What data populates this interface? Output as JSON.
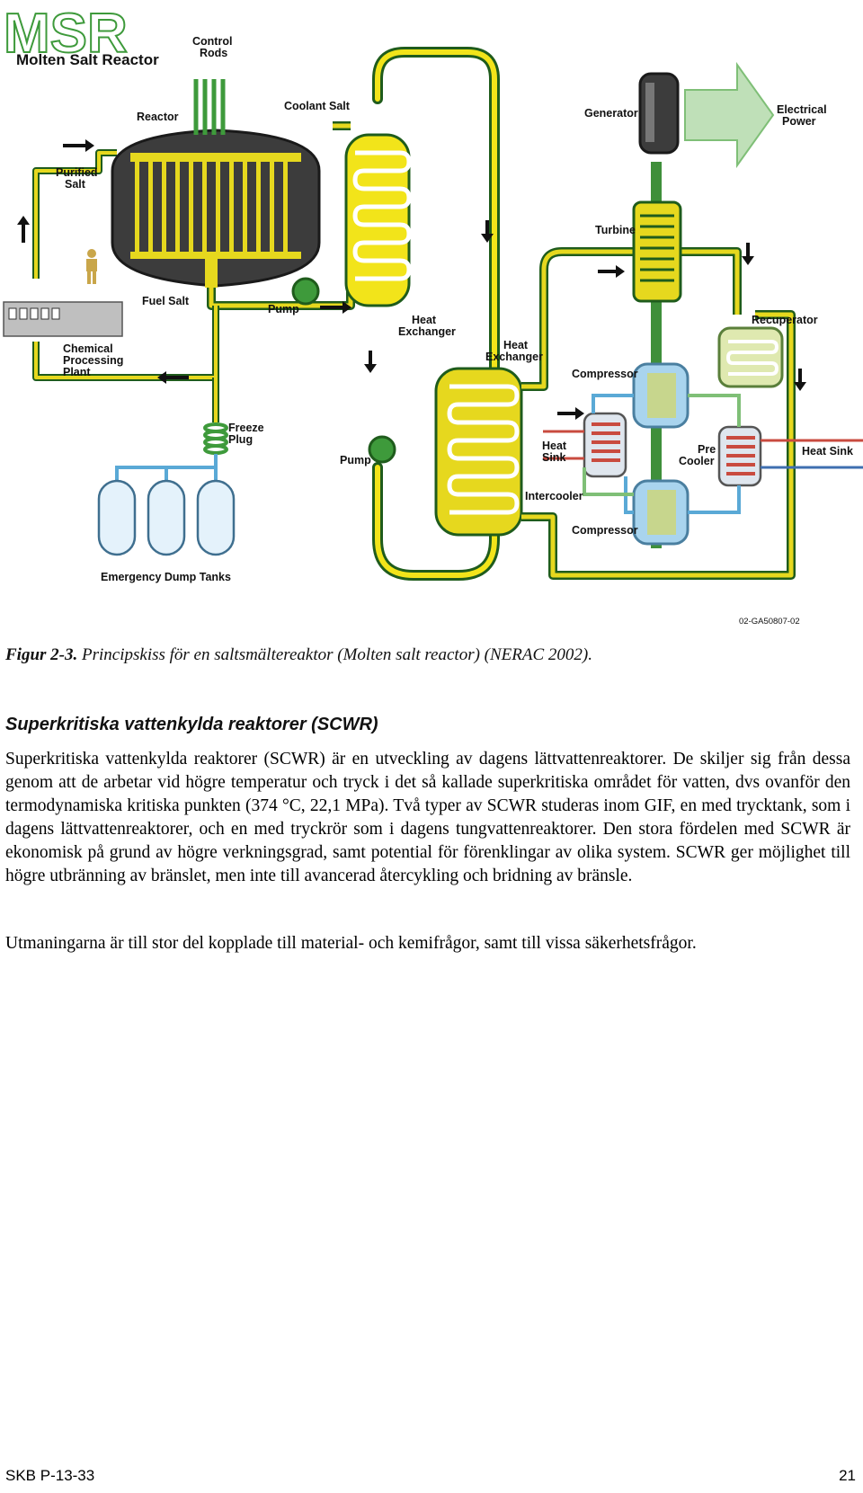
{
  "figure": {
    "logo_text": "MSR",
    "logo_subtitle": "Molten Salt Reactor",
    "labels": {
      "control_rods": "Control Rods",
      "reactor": "Reactor",
      "coolant_salt": "Coolant Salt",
      "generator": "Generator",
      "electrical_power": "Electrical Power",
      "purified_salt": "Purified Salt",
      "turbine": "Turbine",
      "fuel_salt": "Fuel Salt",
      "pump_top": "Pump",
      "heat_exchanger_1": "Heat Exchanger",
      "heat_exchanger_2": "Heat Exchanger",
      "recuperator": "Recuperator",
      "chemical_processing_plant": "Chemical Processing Plant",
      "compressor_1": "Compressor",
      "freeze_plug": "Freeze Plug",
      "pump_bottom": "Pump",
      "heat_sink_inner": "Heat Sink",
      "pre_cooler": "Pre Cooler",
      "heat_sink_right": "Heat Sink",
      "intercooler": "Intercooler",
      "compressor_2": "Compressor",
      "emergency_dump_tanks": "Emergency Dump Tanks",
      "figure_code": "02-GA50807-02"
    },
    "colors": {
      "fuel_salt": "#e6d81e",
      "coolant": "#f2e41a",
      "steam_green": "#3f8f3a",
      "reactor_body": "#3c3c3c",
      "cold_blue": "#8ec7e8",
      "hot_red": "#c94b3f"
    }
  },
  "caption": {
    "figure_number": "Figur 2-3.",
    "text": "Principskiss för en saltsmältereaktor (Molten salt reactor) (NERAC 2002)."
  },
  "section": {
    "heading": "Superkritiska vattenkylda reaktorer (SCWR)",
    "paragraph_1": "Superkritiska vattenkylda reaktorer (SCWR) är en utveckling av dagens lättvattenreaktorer. De skiljer sig från dessa genom att de arbetar vid högre temperatur och tryck i det så kallade superkritiska området för vatten, dvs ovanför den termodynamiska kritiska punkten (374 °C, 22,1 MPa). Två typer av SCWR studeras inom GIF, en med trycktank, som i dagens lättvattenreaktorer, och en med tryckrör som i dagens tungvattenreaktorer. Den stora fördelen med SCWR är ekonomisk på grund av högre verkningsgrad, samt potential för förenklingar av olika system. SCWR ger möjlighet till högre utbränning av bränslet, men inte till avancerad återcykling och bridning av bränsle.",
    "paragraph_2": "Utmaningarna är till stor del kopplade till material- och kemifrågor, samt till vissa säkerhetsfrågor."
  },
  "footer": {
    "report_id": "SKB P-13-33",
    "page_number": "21"
  }
}
